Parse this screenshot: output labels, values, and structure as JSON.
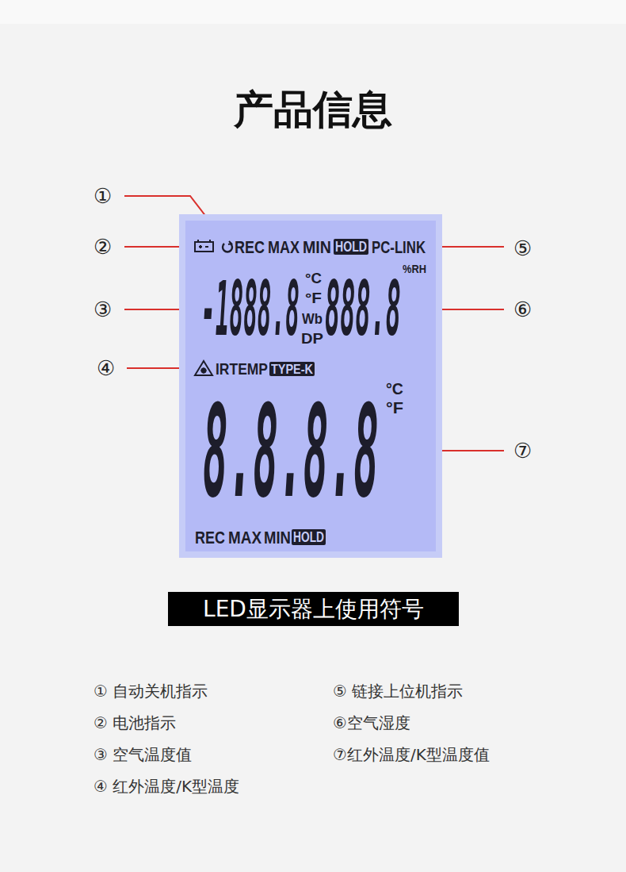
{
  "diagram": {
    "title": "产品信息",
    "nodes": [
      {
        "text": [
          "REC",
          "MAX",
          "MIN",
          "HOLD",
          "PC-LINK",
          "%RH",
          "-1888.8",
          "°C",
          "°F",
          "Wb",
          "DP",
          "888.8",
          "IRTEMP",
          "TYPE-K",
          "8.8.8.8",
          "°C",
          "°F",
          "REC",
          "MAX",
          "MIN",
          "HOLD"
        ]
      },
      {
        "text": [
          "LED显示器上使用符号"
        ]
      }
    ],
    "labels": [
      "①",
      "②",
      "③",
      "④",
      "⑤",
      "⑥",
      "⑦",
      "① 自动关机指示",
      "② 电池指示",
      "③ 空气温度值",
      "④ 红外温度/K型温度",
      "⑤ 链接上位机指示",
      "⑥空气湿度",
      "⑦红外温度/K型温度值"
    ]
  }
}
